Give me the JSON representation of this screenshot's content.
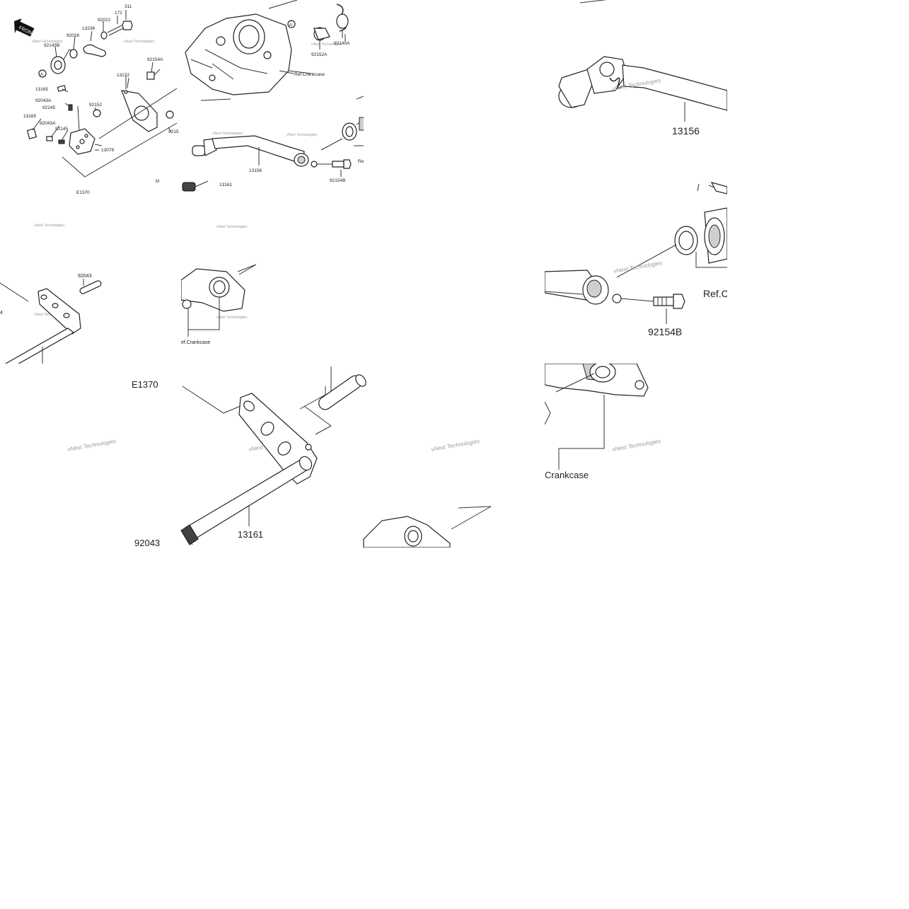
{
  "watermark": "vNext Technologies",
  "overview": {
    "front_label": "FRONT",
    "ref_marker": "A",
    "labels": {
      "p311": "311",
      "p172": "172",
      "p92022": "92022",
      "p13236": "13236",
      "p92026": "92026",
      "p92145B": "92145B",
      "p92154A": "92154A",
      "p13272": "13272",
      "p13165a": "13165",
      "p92043A_a": "92043A",
      "p92145_a": "92145",
      "p92152": "92152",
      "p13165b": "13165",
      "p92043A_b": "92043A",
      "p92145_b": "92145",
      "p13078": "13078",
      "p92154_cut": "9215",
      "p92152A": "92152A",
      "p92145A": "92145A",
      "ref_crankcase": "Ref.Crankcase",
      "p13156": "13156",
      "p92154B": "92154B",
      "p13161": "13161",
      "ref_cut": "Re",
      "e1370": "E1370",
      "marker_m": "M"
    }
  },
  "zoom_shift_lever": {
    "label": "13156"
  },
  "zoom_bolt": {
    "label_bolt": "92154B",
    "label_ref": "Ref.C"
  },
  "tile_small_pin": {
    "label": "92043",
    "label_cut": "4"
  },
  "tile_small_case": {
    "label_ref": "ef.Crankcase"
  },
  "zoom_shaft": {
    "e1370": "E1370",
    "p92043_top": "92043",
    "p13161": "13161",
    "p92043_bottom": "92043"
  },
  "zoom_crankcase": {
    "label_ref": "Crankcase"
  }
}
